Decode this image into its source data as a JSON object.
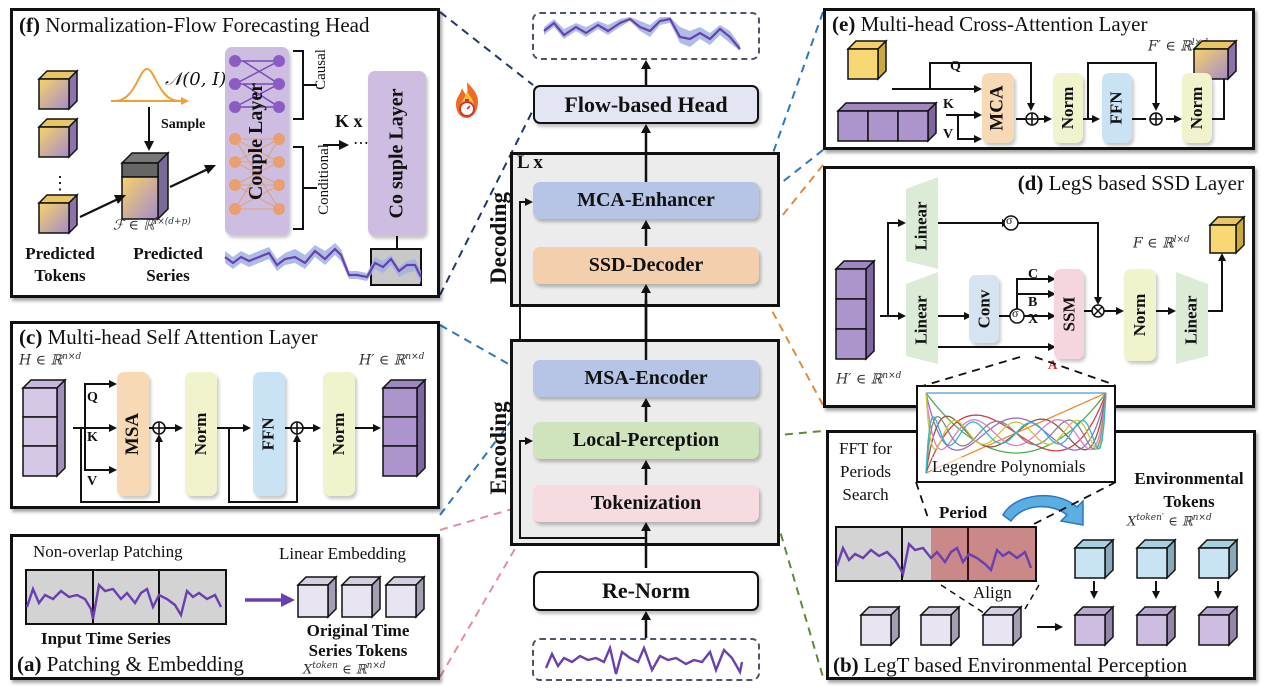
{
  "central": {
    "output_series_icon": "forecast-series-with-uncertainty-icon",
    "flow_head": "Flow-based Head",
    "fire_icon": "fire-stopwatch-icon",
    "decoding_label": "Decoding",
    "decoding_repeat": "L x",
    "mca_enhancer": "MCA-Enhancer",
    "ssd_decoder": "SSD-Decoder",
    "encoding_label": "Encoding",
    "msa_encoder": "MSA-Encoder",
    "local_perception": "Local-Perception",
    "tokenization": "Tokenization",
    "renorm": "Re-Norm",
    "input_series_icon": "input-series-icon"
  },
  "panel_f": {
    "title_tag": "(f)",
    "title": "Normalization-Flow Forecasting Head",
    "gaussian": "𝒩(0, I)",
    "sample": "Sample",
    "feature_math": "ℱ ∈ ℝ",
    "feature_sup": "l×(d+p)",
    "couple_layer": "Couple Layer",
    "causal": "Causal",
    "conditional": "Conditional",
    "repeat": "K x",
    "dots": "⋯",
    "cosuple_layer": "Co suple Layer",
    "predicted_tokens": [
      "Predicted",
      "Tokens"
    ],
    "predicted_series": [
      "Predicted",
      "Series"
    ]
  },
  "panel_e": {
    "title_tag": "(e)",
    "title": "Multi-head Cross-Attention Layer",
    "q": "Q",
    "k": "K",
    "v": "V",
    "mca": "MCA",
    "norm1": "Norm",
    "ffn": "FFN",
    "norm2": "Norm",
    "out_math": "F′ ∈ ℝ",
    "out_sup": "l×d"
  },
  "panel_d": {
    "title_tag": "(d)",
    "title": "LegS based SSD Layer",
    "linear_top": "Linear",
    "linear_mid": "Linear",
    "conv": "Conv",
    "sigma": "σ",
    "c": "C",
    "b": "B",
    "x": "X",
    "ssm": "SSM",
    "norm": "Norm",
    "linear_out": "Linear",
    "a": "A",
    "in_math": "H′ ∈ ℝ",
    "in_sup": "n×d",
    "out_math": "F ∈ ℝ",
    "out_sup": "l×d"
  },
  "panel_c": {
    "title_tag": "(c)",
    "title": "Multi-head Self Attention Layer",
    "in_math": "H ∈ ℝ",
    "in_sup": "n×d",
    "out_math": "H′ ∈ ℝ",
    "out_sup": "n×d",
    "q": "Q",
    "k": "K",
    "v": "V",
    "msa": "MSA",
    "norm1": "Norm",
    "ffn": "FFN",
    "norm2": "Norm"
  },
  "panel_b": {
    "title_tag": "(b)",
    "title": "LegT based Environmental Perception",
    "legendre": "Legendre Polynomials",
    "fft": [
      "FFT for",
      "Periods",
      "Search"
    ],
    "period": "Period",
    "align": "Align",
    "env_tokens": [
      "Environmental",
      "Tokens"
    ],
    "env_math": "X",
    "env_sup": "token′",
    "env_math2": "∈ ℝ",
    "env_sup2": "n×d"
  },
  "panel_a": {
    "title_tag": "(a)",
    "title": "Patching & Embedding",
    "patching": "Non-overlap Patching",
    "embedding": "Linear Embedding",
    "input_series": "Input Time Series",
    "orig_tokens": [
      "Original Time",
      "Series Tokens"
    ],
    "tok_math": "X",
    "tok_sup": "token",
    "tok_math2": "∈ ℝ",
    "tok_sup2": "n×d"
  },
  "colors": {
    "series": "#6a3fb0",
    "band": "#9fb2e0",
    "flow_head": "#e3e6f2",
    "mca": "#b6c4e6",
    "ssd": "#f4cfad",
    "msa_enc": "#b6c4e6",
    "local": "#cfe3bc",
    "token": "#f6dbe0",
    "frame_bg": "#ececec",
    "norm": "#f1f3cd",
    "ffn": "#c9e3f4",
    "msa": "#f7d9b5",
    "linear": "#dcebd6",
    "conv": "#d6e3f1",
    "ssm": "#f5d6de",
    "couple": "#cdbde1",
    "link_blue": "#2e75c4",
    "link_navy": "#1f3864",
    "link_orange": "#e08a3c",
    "link_green": "#5d8a3a",
    "link_pink": "#e0909a"
  }
}
